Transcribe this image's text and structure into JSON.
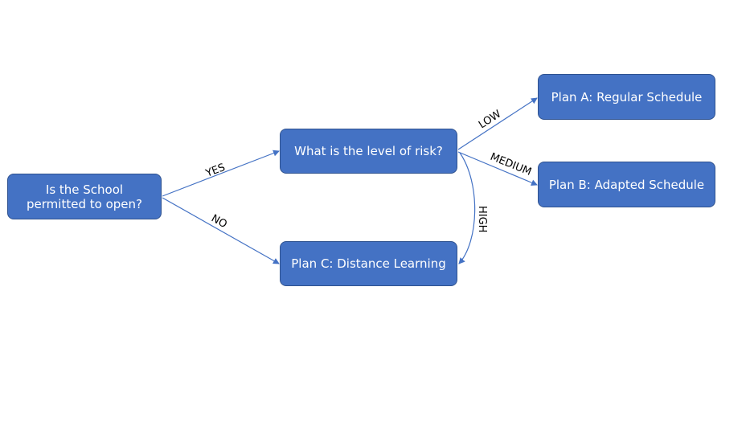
{
  "colors": {
    "node_fill": "#4472c4",
    "node_border": "#2f528f",
    "node_text": "#ffffff",
    "edge": "#4472c4",
    "label_text": "#000000"
  },
  "nodes": {
    "start": "Is the School\npermitted to open?",
    "risk": "What is the level of risk?",
    "plan_a": "Plan A: Regular Schedule",
    "plan_b": "Plan B: Adapted Schedule",
    "plan_c": "Plan C: Distance Learning"
  },
  "edges": {
    "yes": "YES",
    "no": "NO",
    "low": "LOW",
    "medium": "MEDIUM",
    "high": "HIGH"
  }
}
